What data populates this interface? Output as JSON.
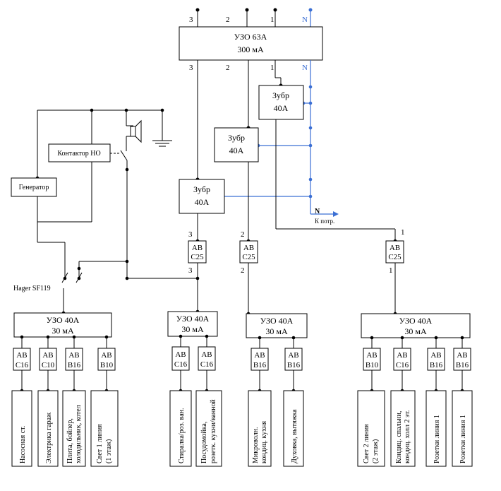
{
  "colors": {
    "wire": "#000000",
    "neutral": "#3b6fd4"
  },
  "main_rcd": {
    "line1": "УЗО 63А",
    "line2": "300 мА",
    "t3": "3",
    "t2": "2",
    "t1": "1",
    "tN": "N",
    "b3": "3",
    "b2": "2",
    "b1": "1",
    "bN": "N"
  },
  "zubr": [
    {
      "line1": "Зубр",
      "line2": "40А"
    },
    {
      "line1": "Зубр",
      "line2": "40А"
    },
    {
      "line1": "Зубр",
      "line2": "40А"
    }
  ],
  "breakers": [
    {
      "line1": "АВ",
      "line2": "С25",
      "in": "3",
      "out": "3"
    },
    {
      "line1": "АВ",
      "line2": "С25",
      "in": "2",
      "out": "2"
    },
    {
      "line1": "АВ",
      "line2": "С25",
      "in": "1",
      "out": "1"
    }
  ],
  "neutral_out": {
    "label": "N",
    "text": "К потр."
  },
  "contactor": "Контактор НО",
  "generator": "Генератор",
  "hager": "Hager SF119",
  "rcds": [
    {
      "line1": "УЗО 40А",
      "line2": "30 мА"
    },
    {
      "line1": "УЗО 40А",
      "line2": "30 мА"
    },
    {
      "line1": "УЗО 40А",
      "line2": "30 мА"
    },
    {
      "line1": "УЗО 40А",
      "line2": "30 мА"
    }
  ],
  "groups": [
    [
      {
        "b1": "АВ",
        "b2": "С16",
        "load": [
          "Насосная ст."
        ]
      },
      {
        "b1": "АВ",
        "b2": "С10",
        "load": [
          "Электрика гараж"
        ]
      },
      {
        "b1": "АВ",
        "b2": "В16",
        "load": [
          "Плита, бойлер,",
          "холодильник, котел"
        ]
      },
      {
        "b1": "АВ",
        "b2": "В10",
        "load": [
          "Свет 1 линия",
          "(1 этаж)"
        ]
      }
    ],
    [
      {
        "b1": "АВ",
        "b2": "С16",
        "load": [
          "Стиралка/роз. ван."
        ]
      },
      {
        "b1": "АВ",
        "b2": "С16",
        "load": [
          "Посудомойка,",
          "розетк. кухни/ванной"
        ]
      }
    ],
    [
      {
        "b1": "АВ",
        "b2": "В16",
        "load": [
          "Микроволн.",
          "кондиц. кухня"
        ]
      },
      {
        "b1": "АВ",
        "b2": "В16",
        "load": [
          "Духовка, вытяжка"
        ]
      }
    ],
    [
      {
        "b1": "АВ",
        "b2": "В10",
        "load": [
          "Свет 2 линия",
          "(2 этаж)"
        ]
      },
      {
        "b1": "АВ",
        "b2": "С16",
        "load": [
          "Кондиц. спальни,",
          "кондиц. холл 2 эт."
        ]
      },
      {
        "b1": "АВ",
        "b2": "В16",
        "load": [
          "Розетки линия 1"
        ]
      },
      {
        "b1": "АВ",
        "b2": "В16",
        "load": [
          "Розетки линия 1"
        ]
      }
    ]
  ]
}
